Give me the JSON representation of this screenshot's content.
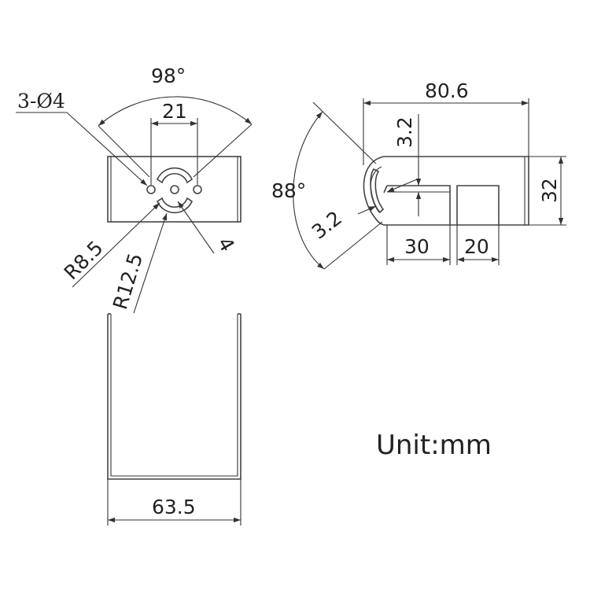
{
  "drawing": {
    "unit_note": "Unit:mm",
    "top_view": {
      "angle_label": "98°",
      "hole_label": "3-Ø4",
      "hole_spacing_label": "21",
      "inner_radius_label": "R8.5",
      "outer_radius_label": "R12.5",
      "slot_width_label": "4"
    },
    "side_view": {
      "length_label": "80.6",
      "height_label": "32",
      "angle_label": "88°",
      "slot_gap_label": "3.2",
      "bend_gap_label": "3.2",
      "slot1_length_label": "30",
      "slot2_length_label": "20"
    },
    "front_view": {
      "width_label": "63.5"
    }
  }
}
